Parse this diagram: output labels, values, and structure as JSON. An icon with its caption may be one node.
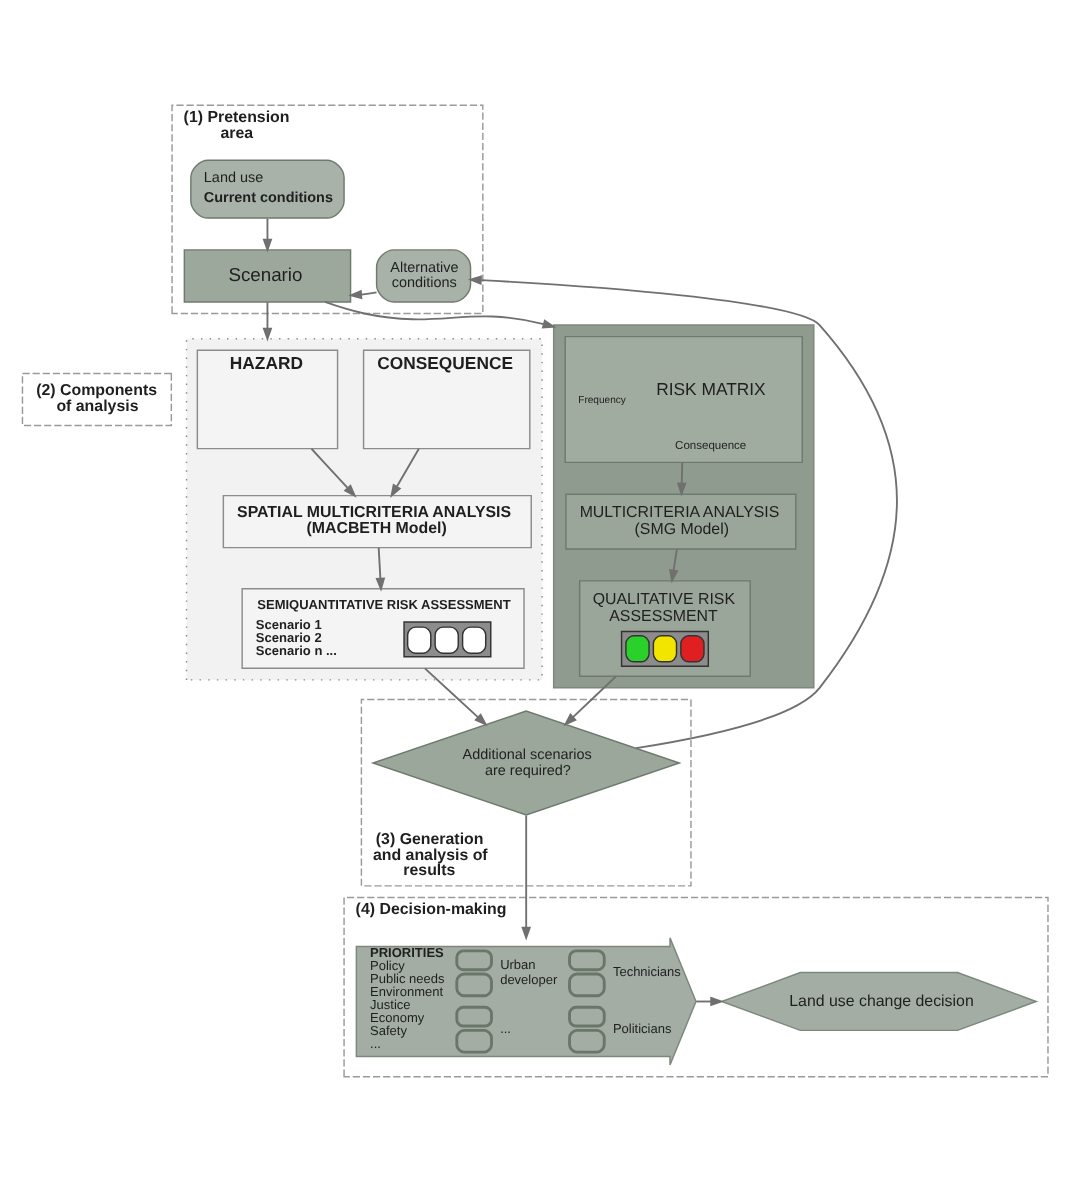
{
  "diagram": {
    "nodes": [
      {
        "text": [
          "(1) Pretension area"
        ]
      },
      {
        "text": [
          "Land use",
          "Current conditions"
        ],
        "in": 0
      },
      {
        "text": [
          "Scenario"
        ],
        "in": 0
      },
      {
        "text": [
          "Alternative conditions"
        ],
        "in": 0
      },
      {
        "text": [
          "(2) Components of analysis"
        ]
      },
      {
        "text": [
          "(3) Generation and analysis of results"
        ]
      },
      {
        "text": [],
        "shape": "box"
      },
      {
        "text": [
          "HAZARD"
        ],
        "in": 6
      },
      {
        "text": [
          "CONSEQUENCE"
        ],
        "in": 6
      },
      {
        "text": [
          "SPATIAL MULTICRITERIA ANALYSIS (MACBETH Model)"
        ],
        "in": 6
      },
      {
        "text": [
          "SEMIQUANTITATIVE RISK ASSESSMENT",
          "Scenario 1",
          "Scenario 2",
          "Scenario n ..."
        ],
        "in": 6
      },
      {
        "text": [],
        "shape": "box"
      },
      {
        "text": [
          "RISK MATRIX",
          "Frequency",
          "Consequence"
        ],
        "in": 11
      },
      {
        "text": [
          "MULTICRITERIA ANALYSIS (SMG Model)"
        ],
        "in": 11
      },
      {
        "text": [
          "QUALITATIVE RISK ASSESSMENT"
        ],
        "in": 11
      },
      {
        "text": [
          "Additional scenarios are required?"
        ],
        "in": 5
      },
      {
        "text": [
          "(4) Decision-making"
        ]
      },
      {
        "text": [
          "PRIORITIES",
          "Policy",
          "Public needs",
          "Environment",
          "Justice",
          "Economy",
          "Safety",
          "...",
          "Urban developer",
          "Technicians",
          "...",
          "Politicians"
        ],
        "in": 16
      },
      {
        "text": [
          "Land use change decision"
        ],
        "in": 16
      }
    ],
    "edges": [
      {
        "from": 1,
        "to": 2,
        "arrow": "to"
      },
      {
        "from": 3,
        "to": 2,
        "arrow": "to"
      },
      {
        "from": 2,
        "to": 6,
        "arrow": "to"
      },
      {
        "from": 2,
        "to": 11,
        "arrow": "to"
      },
      {
        "from": 7,
        "to": 9,
        "arrow": "to"
      },
      {
        "from": 8,
        "to": 9,
        "arrow": "to"
      },
      {
        "from": 12,
        "to": 13,
        "arrow": "to"
      },
      {
        "from": 9,
        "to": 10,
        "arrow": "to"
      },
      {
        "from": 13,
        "to": 14,
        "arrow": "to"
      },
      {
        "from": 10,
        "to": 15,
        "arrow": "to"
      },
      {
        "from": 14,
        "to": 15,
        "arrow": "to"
      },
      {
        "from": 15,
        "to": 3,
        "arrow": "to"
      },
      {
        "from": 15,
        "to": 17,
        "arrow": "to"
      },
      {
        "from": 17,
        "to": 18,
        "arrow": "to"
      }
    ]
  }
}
